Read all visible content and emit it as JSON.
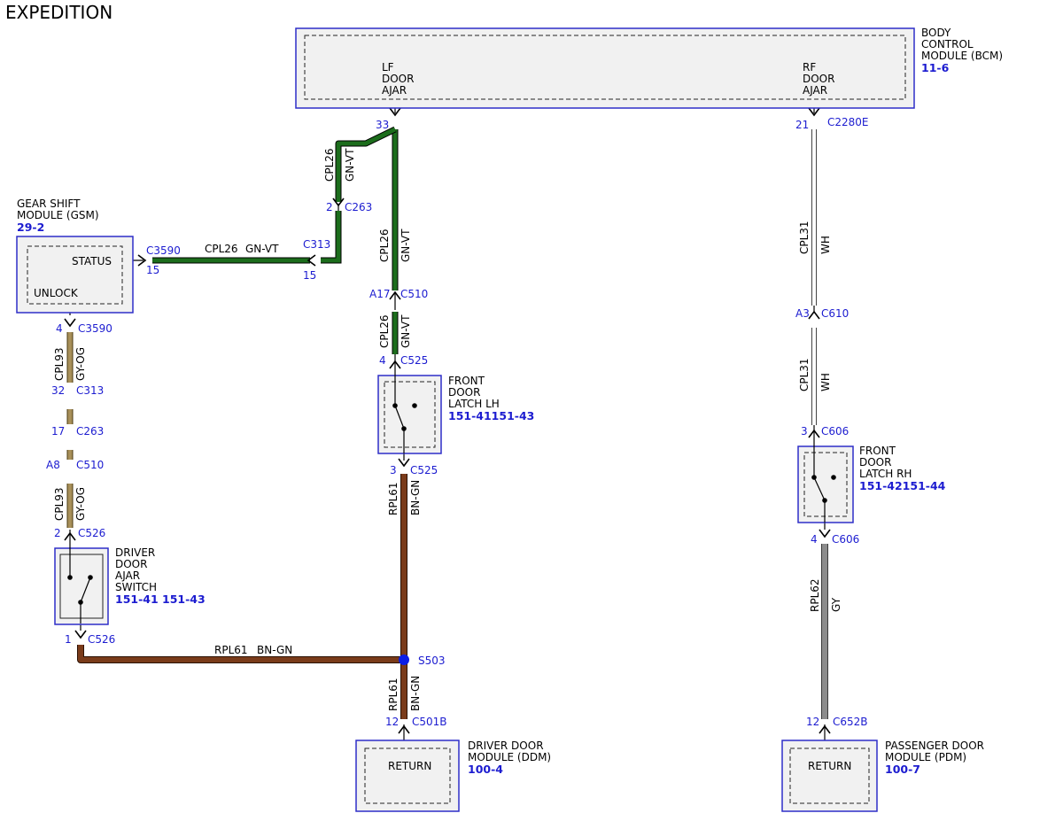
{
  "title": "EXPEDITION",
  "colors": {
    "module_border": "#2e2ec8",
    "pin_text": "#1c1cd0",
    "wire_GN_VT": "#1c6d1c",
    "wire_GY_OG": "#a8905a",
    "wire_BN_GN": "#7a3b1a",
    "wire_WH": "#ffffff",
    "wire_GY": "#8c8c8c",
    "splice": "#0a1ee6"
  },
  "modules": {
    "bcm": {
      "name_lines": [
        "BODY",
        "CONTROL",
        "MODULE (BCM)"
      ],
      "ref": "11-6",
      "lf_lines": [
        "LF",
        "DOOR",
        "AJAR"
      ],
      "rf_lines": [
        "RF",
        "DOOR",
        "AJAR"
      ]
    },
    "gsm": {
      "name_lines": [
        "GEAR SHIFT",
        "MODULE (GSM)"
      ],
      "ref": "29-2",
      "status": "STATUS",
      "unlock": "UNLOCK"
    },
    "latch_lh": {
      "name_lines": [
        "FRONT",
        "DOOR",
        "LATCH LH"
      ],
      "ref": "151-41151-43"
    },
    "latch_rh": {
      "name_lines": [
        "FRONT",
        "DOOR",
        "LATCH RH"
      ],
      "ref": "151-42151-44"
    },
    "ajar_switch": {
      "name_lines": [
        "DRIVER",
        "DOOR",
        "AJAR",
        "SWITCH"
      ],
      "ref_a": "151-41",
      "ref_b": "151-43"
    },
    "ddm": {
      "name_lines": [
        "DRIVER DOOR",
        "MODULE (DDM)"
      ],
      "ref": "100-4",
      "inner": "RETURN"
    },
    "pdm": {
      "name_lines": [
        "PASSENGER DOOR",
        "MODULE (PDM)"
      ],
      "ref": "100-7",
      "inner": "RETURN"
    }
  },
  "connectors": {
    "bcm_lf": {
      "pin": "33"
    },
    "bcm_rf": {
      "pin": "21",
      "name": "C2280E"
    },
    "c263_top": {
      "pin": "2",
      "name": "C263"
    },
    "c3590_status": {
      "pin": "15",
      "name": "C3590"
    },
    "c313_left": {
      "pin": "15",
      "name": "C313"
    },
    "c510_lh": {
      "pin": "A17",
      "name": "C510"
    },
    "c525_top": {
      "pin": "4",
      "name": "C525"
    },
    "c525_bot": {
      "pin": "3",
      "name": "C525"
    },
    "c610": {
      "pin": "A3",
      "name": "C610"
    },
    "c606_top": {
      "pin": "3",
      "name": "C606"
    },
    "c606_bot": {
      "pin": "4",
      "name": "C606"
    },
    "c3590_unlock": {
      "pin": "4",
      "name": "C3590"
    },
    "c313_v": {
      "pin": "32",
      "name": "C313"
    },
    "c263_v": {
      "pin": "17",
      "name": "C263"
    },
    "c510_v": {
      "pin": "A8",
      "name": "C510"
    },
    "c526_top": {
      "pin": "2",
      "name": "C526"
    },
    "c526_bot": {
      "pin": "1",
      "name": "C526"
    },
    "c501b": {
      "pin": "12",
      "name": "C501B"
    },
    "c652b": {
      "pin": "12",
      "name": "C652B"
    }
  },
  "splice": {
    "name": "S503"
  },
  "wires": {
    "cpl26_a": {
      "circuit": "CPL26",
      "color": "GN-VT"
    },
    "cpl26_h": {
      "circuit": "CPL26",
      "color": "GN-VT"
    },
    "cpl26_b": {
      "circuit": "CPL26",
      "color": "GN-VT"
    },
    "cpl26_c": {
      "circuit": "CPL26",
      "color": "GN-VT"
    },
    "cpl31_a": {
      "circuit": "CPL31",
      "color": "WH"
    },
    "cpl31_b": {
      "circuit": "CPL31",
      "color": "WH"
    },
    "cpl93_a": {
      "circuit": "CPL93",
      "color": "GY-OG"
    },
    "cpl93_b": {
      "circuit": "CPL93",
      "color": "GY-OG"
    },
    "rpl61_a": {
      "circuit": "RPL61",
      "color": "BN-GN"
    },
    "rpl61_h": {
      "circuit": "RPL61",
      "color": "BN-GN"
    },
    "rpl61_b": {
      "circuit": "RPL61",
      "color": "BN-GN"
    },
    "rpl62": {
      "circuit": "RPL62",
      "color": "GY"
    }
  }
}
